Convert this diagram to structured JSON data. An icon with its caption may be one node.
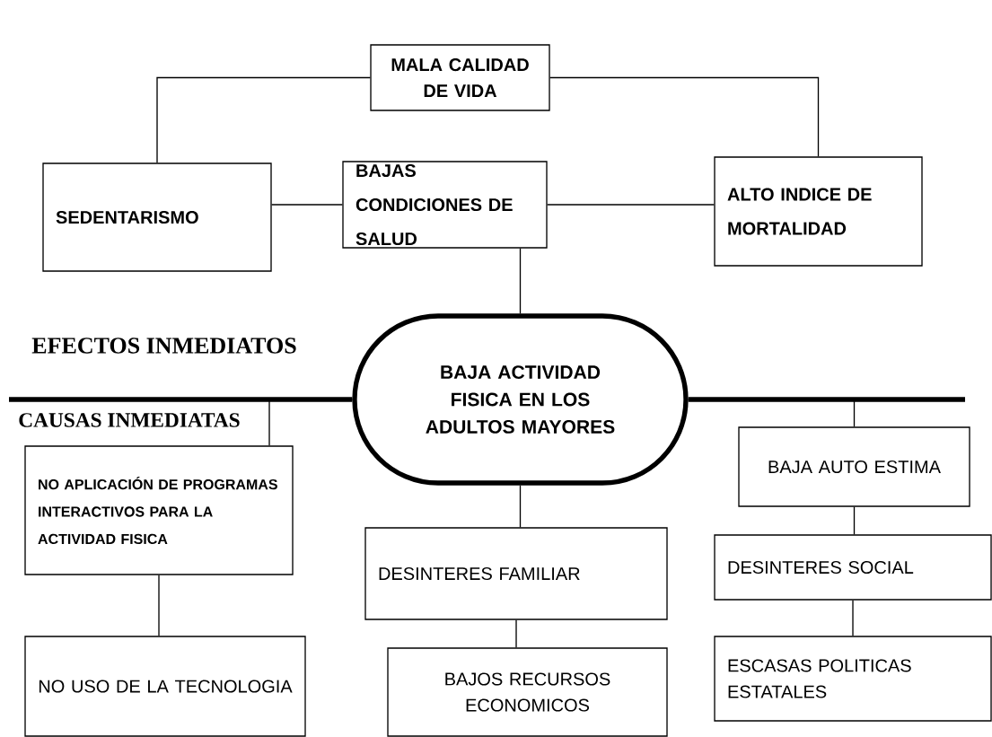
{
  "diagram": {
    "nodes": [
      {
        "text": [
          "MALA CALIDAD DE VIDA"
        ]
      },
      {
        "text": [
          "SEDENTARISMO"
        ]
      },
      {
        "text": [
          "BAJAS CONDICIONES DE SALUD"
        ]
      },
      {
        "text": [
          "ALTO INDICE DE MORTALIDAD"
        ]
      },
      {
        "text": [
          "BAJA ACTIVIDAD FISICA EN LOS ADULTOS MAYORES"
        ]
      },
      {
        "text": [
          "NO APLICACIÓN DE PROGRAMAS INTERACTIVOS  PARA LA ACTIVIDAD FISICA"
        ]
      },
      {
        "text": [
          "DESINTERES  FAMILIAR"
        ]
      },
      {
        "text": [
          "BAJA AUTO ESTIMA"
        ]
      },
      {
        "text": [
          "DESINTERES SOCIAL"
        ]
      },
      {
        "text": [
          "NO USO DE LA TECNOLOGIA"
        ]
      },
      {
        "text": [
          "BAJOS RECURSOS ECONOMICOS"
        ]
      },
      {
        "text": [
          "ESCASAS  POLITICAS ESTATALES"
        ]
      }
    ],
    "edges": [
      {
        "from": 0,
        "to": 1,
        "arrow": "none"
      },
      {
        "from": 0,
        "to": 3,
        "arrow": "none"
      },
      {
        "from": 1,
        "to": 2,
        "arrow": "none"
      },
      {
        "from": 2,
        "to": 3,
        "arrow": "none"
      },
      {
        "from": 2,
        "to": 4,
        "arrow": "none"
      },
      {
        "from": 4,
        "to": 5,
        "arrow": "none"
      },
      {
        "from": 4,
        "to": 6,
        "arrow": "none"
      },
      {
        "from": 4,
        "to": 7,
        "arrow": "none"
      },
      {
        "from": 5,
        "to": 9,
        "arrow": "none"
      },
      {
        "from": 6,
        "to": 10,
        "arrow": "none"
      },
      {
        "from": 7,
        "to": 8,
        "arrow": "none"
      },
      {
        "from": 8,
        "to": 11,
        "arrow": "none"
      }
    ],
    "labels": [
      "EFECTOS INMEDIATOS",
      "CAUSAS INMEDIATAS"
    ]
  }
}
